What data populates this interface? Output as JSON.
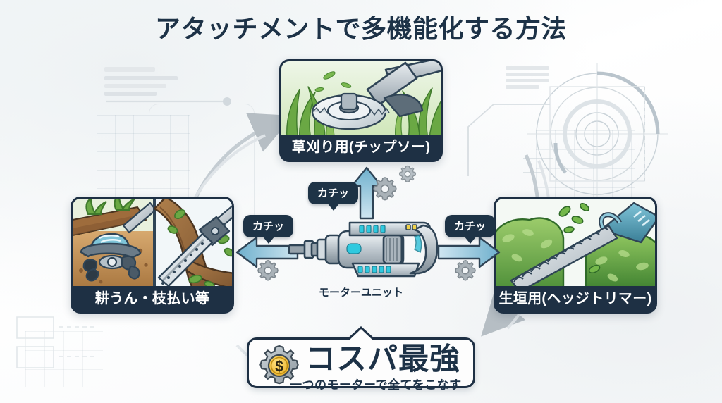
{
  "title": "アタッチメントで多機能化する方法",
  "colors": {
    "title_text": "#1d3247",
    "card_label_bg": "#1e3044",
    "card_label_text": "#ffffff",
    "bubble_bg": "#1e3346",
    "arrow_fill": "#8fc4de",
    "gear_gray": "#9aa3aa",
    "coin_gold": "#f2c744",
    "page_bg": "#f7f9fa"
  },
  "center": {
    "label": "モーターユニット",
    "icon": "motor-unit-power-tool"
  },
  "cards": [
    {
      "id": "top",
      "label": "草刈り用(チップソー)",
      "icon": "chip-saw-blade-grass",
      "scene": "grass-trimmer-circular-blade"
    },
    {
      "id": "left",
      "label": "耕うん・枝払い等",
      "icon": "tiller-and-pole-chainsaw",
      "scene": "cultivator-soil-and-chainsaw-branch"
    },
    {
      "id": "right",
      "label": "生垣用(ヘッジトリマー)",
      "icon": "hedge-trimmer-bush",
      "scene": "hedge-trimmer-cutting-hedge"
    }
  ],
  "clicks": [
    {
      "id": "up",
      "label": "カチッ"
    },
    {
      "id": "left",
      "label": "カチッ"
    },
    {
      "id": "right",
      "label": "カチッ"
    }
  ],
  "arrows": [
    {
      "id": "arrow-up",
      "direction": "up"
    },
    {
      "id": "arrow-left",
      "direction": "left"
    },
    {
      "id": "arrow-right",
      "direction": "right"
    }
  ],
  "banner": {
    "headline": "コスパ最強",
    "subtitle": "一つのモーターで全てをこなす",
    "icon": "gear-dollar-coin-icon"
  }
}
